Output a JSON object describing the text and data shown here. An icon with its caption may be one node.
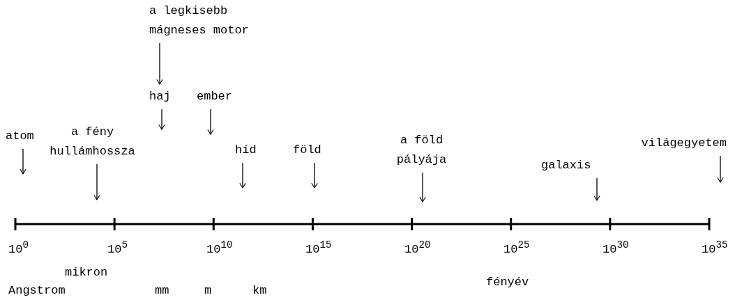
{
  "diagram": {
    "nodes": [
      {
        "text": [
          "a legkisebb mágneses motor"
        ]
      },
      {
        "text": [
          "haj"
        ]
      },
      {
        "text": [
          "ember"
        ]
      },
      {
        "text": [
          "atom"
        ]
      },
      {
        "text": [
          "a fény hullámhossza"
        ]
      },
      {
        "text": [
          "híd"
        ]
      },
      {
        "text": [
          "föld"
        ]
      },
      {
        "text": [
          "a föld pályája"
        ]
      },
      {
        "text": [
          "galaxis"
        ]
      },
      {
        "text": [
          "világegyetem"
        ]
      }
    ],
    "edges": [
      {
        "from": 0,
        "to": 1,
        "arrow": "to"
      },
      {
        "from": 1,
        "to": null,
        "arrow": "to"
      },
      {
        "from": 2,
        "to": null,
        "arrow": "to"
      },
      {
        "from": 3,
        "to": null,
        "arrow": "to"
      },
      {
        "from": 4,
        "to": null,
        "arrow": "to"
      },
      {
        "from": 5,
        "to": null,
        "arrow": "to"
      },
      {
        "from": 6,
        "to": null,
        "arrow": "to"
      },
      {
        "from": 7,
        "to": null,
        "arrow": "to"
      },
      {
        "from": 8,
        "to": null,
        "arrow": "to"
      },
      {
        "from": 9,
        "to": null,
        "arrow": "to"
      }
    ],
    "labels": [
      "10$^{0}$",
      "10$^{5}$",
      "10$^{10}$",
      "10$^{15}$",
      "10$^{20}$",
      "10$^{25}$",
      "10$^{30}$",
      "10$^{35}$",
      "mikron",
      "Angstrom",
      "mm",
      "m",
      "km",
      "fényév"
    ]
  }
}
